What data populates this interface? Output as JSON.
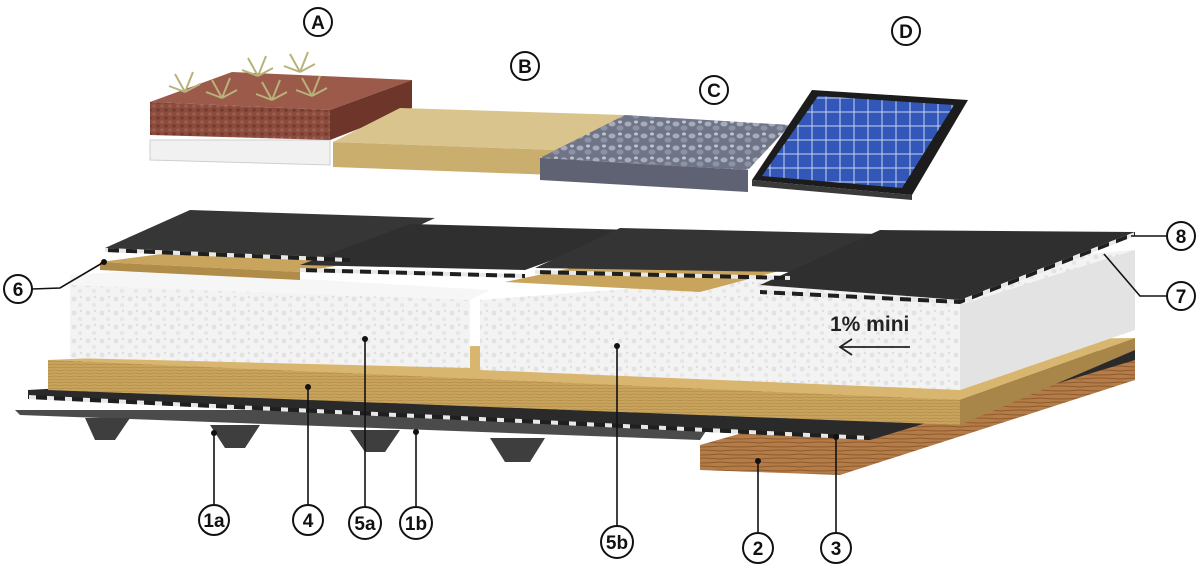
{
  "roof_finishes": {
    "A": "A",
    "B": "B",
    "C": "C",
    "D": "D"
  },
  "layers": {
    "1a": "1a",
    "1b": "1b",
    "2": "2",
    "3": "3",
    "4": "4",
    "5a": "5a",
    "5b": "5b",
    "6": "6",
    "7": "7",
    "8": "8"
  },
  "slope_label": "1% mini",
  "colors": {
    "insulation_white": "#f2f2f2",
    "mineral_wool": "#c9a45c",
    "membrane": "#2e2e2e",
    "steel_deck": "#4a4a4a",
    "wood_deck": "#b27a45",
    "substrate_soil": "#8a4a3c",
    "gravel": "#8e95a8",
    "solar_panel": "#2b4fae"
  }
}
